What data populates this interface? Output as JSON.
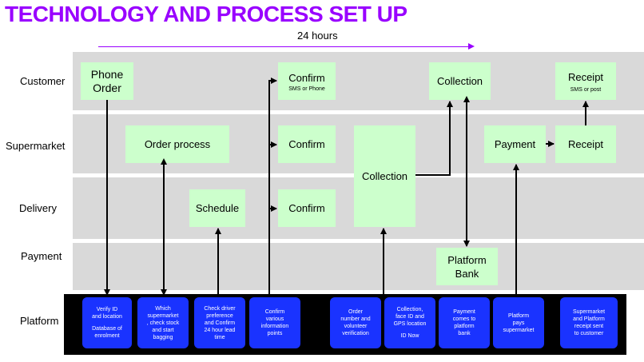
{
  "title": "TECHNOLOGY AND PROCESS SET UP",
  "timeline_label": "24 hours",
  "lanes": {
    "customer": "Customer",
    "supermarket": "Supermarket",
    "delivery": "Delivery",
    "payment": "Payment",
    "platform": "Platform"
  },
  "boxes": {
    "phone_order": "Phone\nOrder",
    "confirm_customer": "Confirm",
    "confirm_customer_sub": "SMS or Phone",
    "collection_customer": "Collection",
    "receipt_customer": "Receipt",
    "receipt_customer_sub": "SMS or post",
    "order_process": "Order process",
    "confirm_supermarket": "Confirm",
    "collection_center": "Collection",
    "payment": "Payment",
    "receipt_supermarket": "Receipt",
    "schedule": "Schedule",
    "confirm_delivery": "Confirm",
    "platform_bank": "Platform\nBank"
  },
  "platform_boxes": {
    "verify": [
      "Verify ID",
      "and location",
      "",
      "Database of",
      "enrolment"
    ],
    "supermarket_check": [
      "Which",
      "supermarket",
      ", check stock",
      "and start",
      "bagging"
    ],
    "driver_check": [
      "Check driver",
      "preference",
      "and Confirm",
      "24 hour lead",
      "time"
    ],
    "confirm_points": [
      "Confirm",
      "various",
      "information",
      "points"
    ],
    "order_number": [
      "Order",
      "number and",
      "volunteer",
      "verification"
    ],
    "collection_face": [
      "Collection,",
      "face ID and",
      "GPS location",
      "",
      "ID Now"
    ],
    "payment_bank": [
      "Payment",
      "comes to",
      "platform",
      "bank"
    ],
    "platform_pays": [
      "Platform",
      "pays",
      "supermarket"
    ],
    "receipt_sent": [
      "Supermarket",
      "and Platform",
      "receipt sent",
      "to customer"
    ]
  },
  "colors": {
    "title": "#9900ff",
    "lane": "#d9d9d9",
    "box": "#ccffcc",
    "platform_box": "#1a33ff",
    "platform_lane": "#000000"
  }
}
